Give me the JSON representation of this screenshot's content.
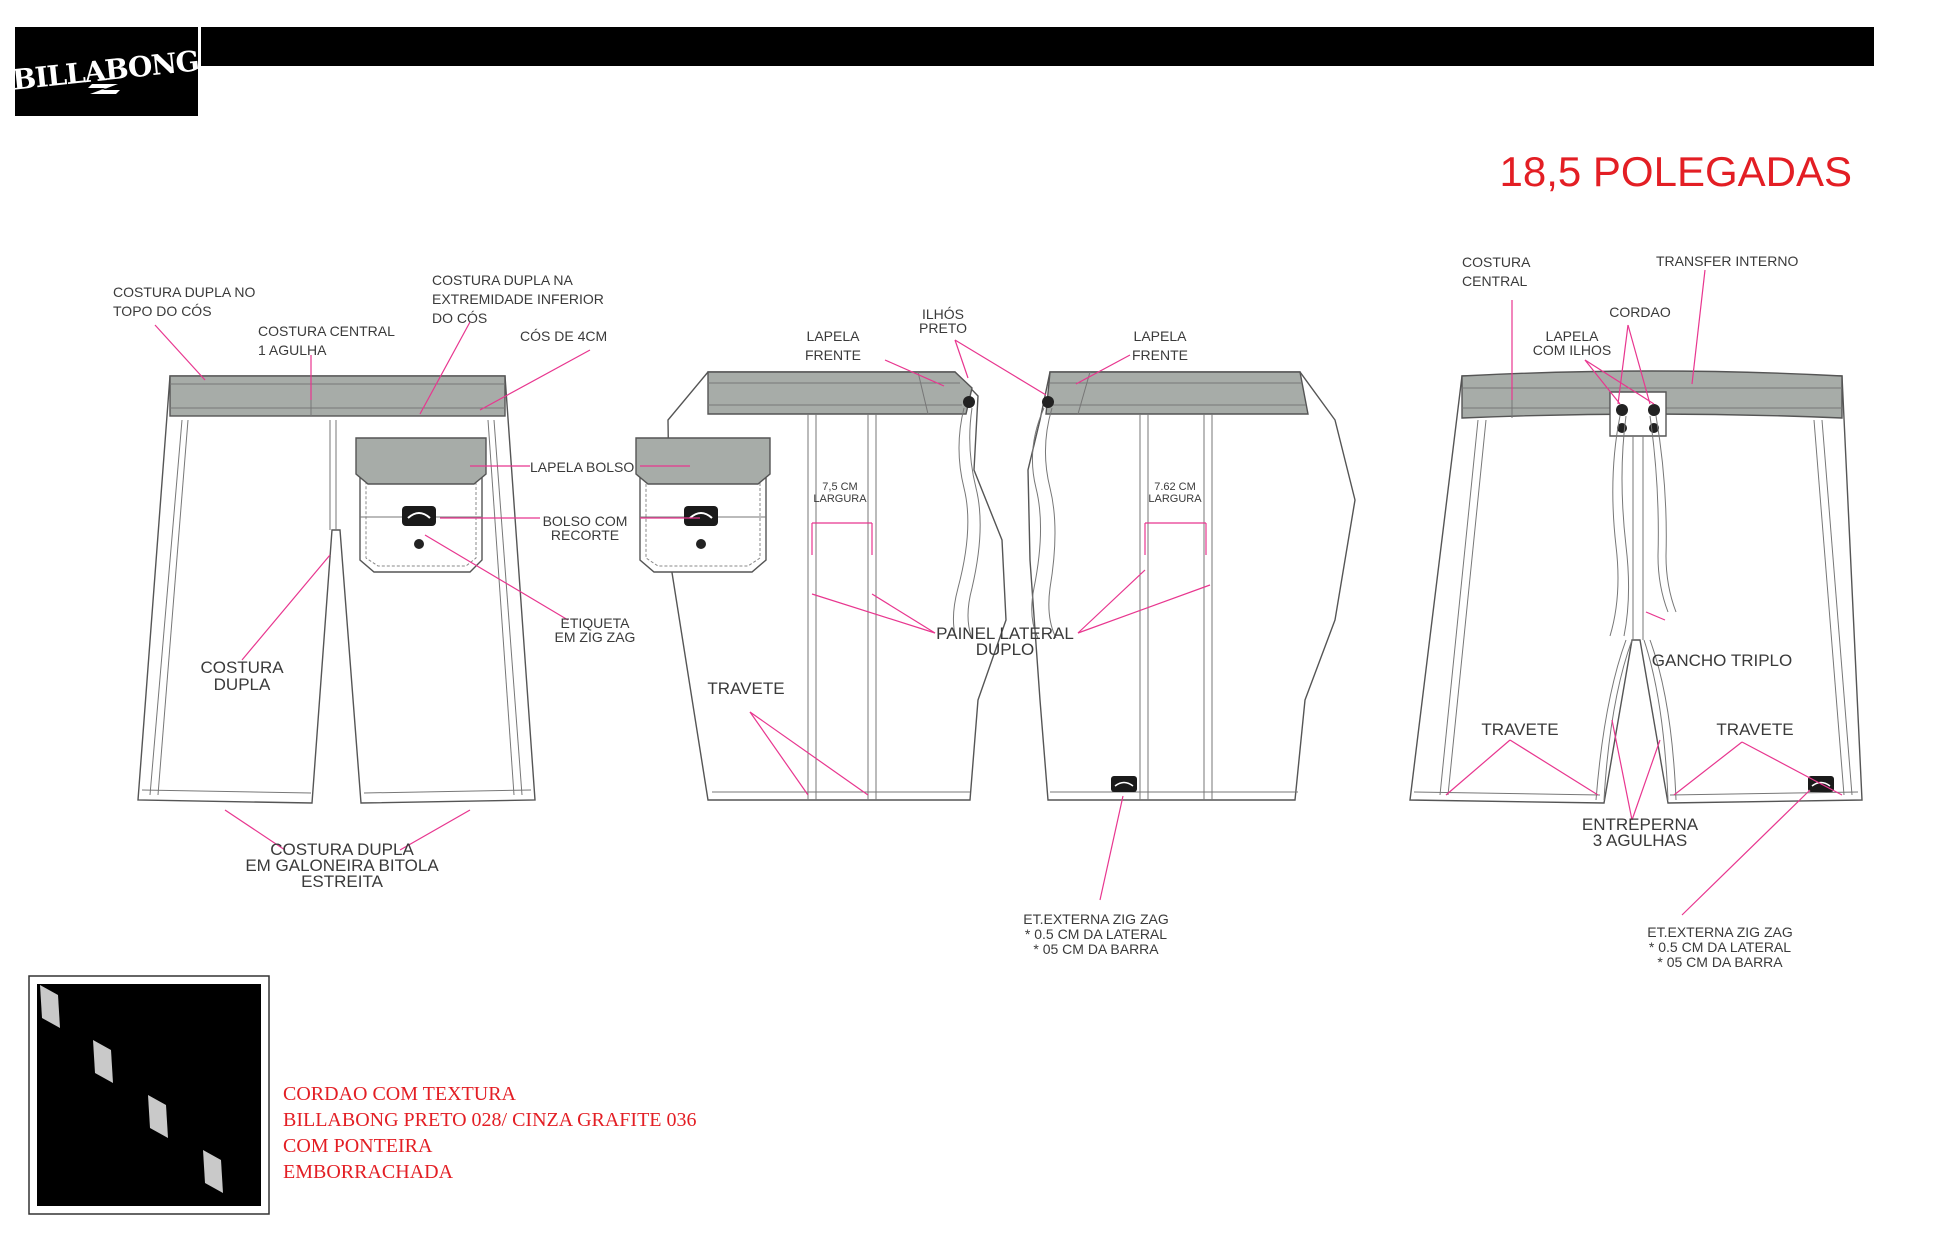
{
  "brand": {
    "logo_text": "BILLABONG",
    "logo_mark": "billabong-logo"
  },
  "title": "18,5 POLEGADAS",
  "colors": {
    "header_bar": "#000000",
    "callout_line": "#e8368f",
    "title_red": "#e31e24",
    "waistband": "#a7aca8"
  },
  "front_view": {
    "labels": {
      "topstitch_top": [
        "COSTURA DUPLA NO",
        "TOPO DO CÓS"
      ],
      "center_seam": [
        "COSTURA CENTRAL",
        "1 AGULHA"
      ],
      "topstitch_bottom": [
        "COSTURA DUPLA NA",
        "EXTREMIDADE INFERIOR",
        "DO CÓS"
      ],
      "waistband_width": "CÓS DE 4CM",
      "pocket_flap": "LAPELA BOLSO",
      "cut_pocket": [
        "BOLSO COM",
        "RECORTE"
      ],
      "zigzag_label": [
        "ETIQUETA",
        "EM ZIG ZAG"
      ],
      "double_seam": [
        "COSTURA",
        "DUPLA"
      ],
      "hem_seam": [
        "COSTURA DUPLA",
        "EM GALONEIRA BITOLA",
        "ESTREITA"
      ]
    }
  },
  "side_views": {
    "labels": {
      "flap_left": [
        "LAPELA",
        "FRENTE"
      ],
      "eyelets": [
        "ILHÓS",
        "PRETO"
      ],
      "flap_right": [
        "LAPELA",
        "FRENTE"
      ],
      "width_left": [
        "7,5 CM",
        "LARGURA"
      ],
      "width_right": [
        "7.62 CM",
        "LARGURA"
      ],
      "side_panel": [
        "PAINEL LATERAL",
        "DUPLO"
      ],
      "bartack": "TRAVETE",
      "ext_label": [
        "ET.EXTERNA ZIG ZAG",
        "* 0.5 CM DA LATERAL",
        "* 05 CM DA BARRA"
      ]
    }
  },
  "back_view": {
    "labels": {
      "center_seam": [
        "COSTURA",
        "CENTRAL"
      ],
      "transfer": "TRANSFER INTERNO",
      "cord": "CORDAO",
      "flap_eyelets": [
        "LAPELA",
        "COM ILHOS"
      ],
      "triple_hook": "GANCHO TRIPLO",
      "bartack_left": "TRAVETE",
      "bartack_right": "TRAVETE",
      "inseam": [
        "ENTREPERNA",
        "3 AGULHAS"
      ],
      "ext_label": [
        "ET.EXTERNA ZIG ZAG",
        "* 0.5 CM DA LATERAL",
        "* 05 CM DA BARRA"
      ]
    }
  },
  "cord_note": {
    "lines": [
      "CORDAO COM TEXTURA",
      "BILLABONG PRETO 028/ CINZA GRAFITE 036",
      "COM PONTEIRA",
      "EMBORRACHADA"
    ]
  }
}
